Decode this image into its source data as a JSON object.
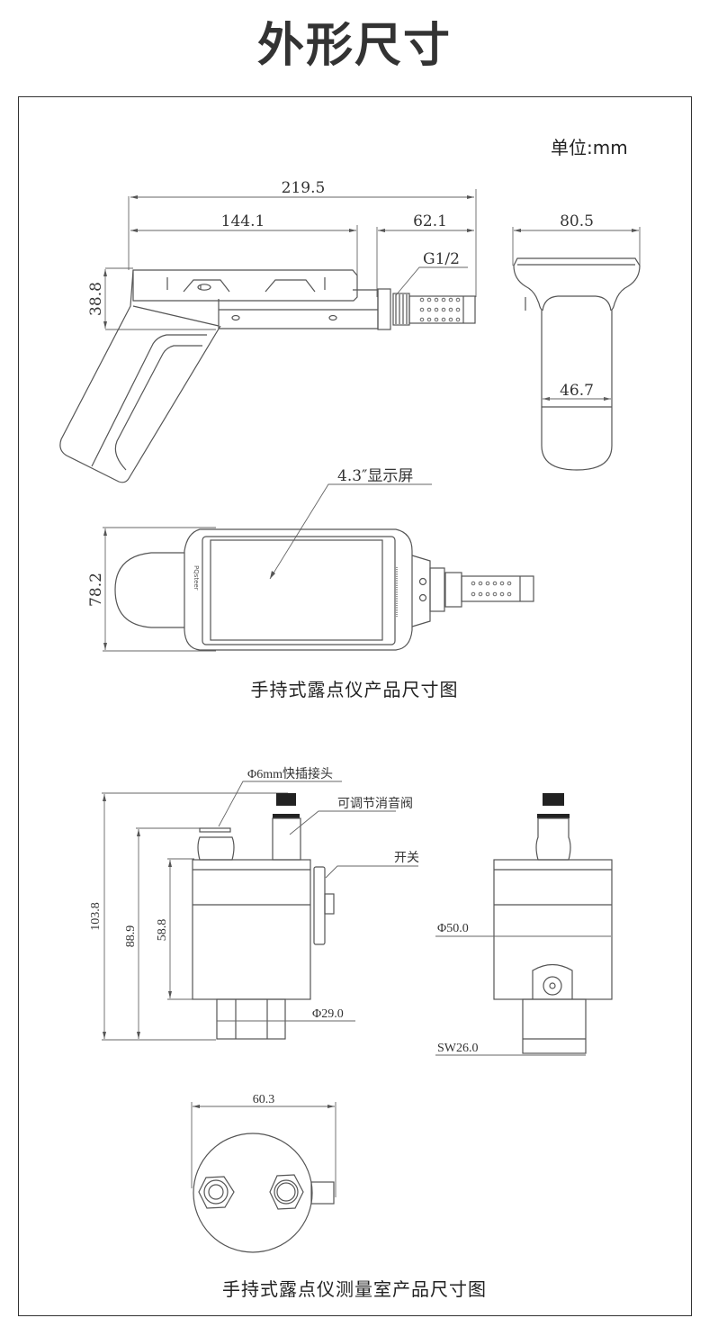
{
  "page": {
    "title": "外形尺寸",
    "unit_label": "单位:mm"
  },
  "handheld_drawing": {
    "caption": "手持式露点仪产品尺寸图",
    "dimensions": {
      "overall_length": "219.5",
      "body_length": "144.1",
      "probe_length": "62.1",
      "body_height": "38.8",
      "top_width": "80.5",
      "grip_width": "46.7",
      "device_width": "78.2"
    },
    "annotations": {
      "thread": "G1/2",
      "screen": "4.3″显示屏"
    },
    "brand_mark": "PQsteer"
  },
  "chamber_drawing": {
    "caption": "手持式露点仪测量室产品尺寸图",
    "dimensions": {
      "total_height": "103.8",
      "fitting_height": "88.9",
      "body_height": "58.8",
      "base_diameter": "Φ29.0",
      "body_diameter": "Φ50.0",
      "wrench_size": "SW26.0",
      "top_diameter": "60.3"
    },
    "annotations": {
      "quick_connector": "Φ6mm快插接头",
      "adjustable_valve": "可调节消音阀",
      "switch": "开关"
    }
  }
}
